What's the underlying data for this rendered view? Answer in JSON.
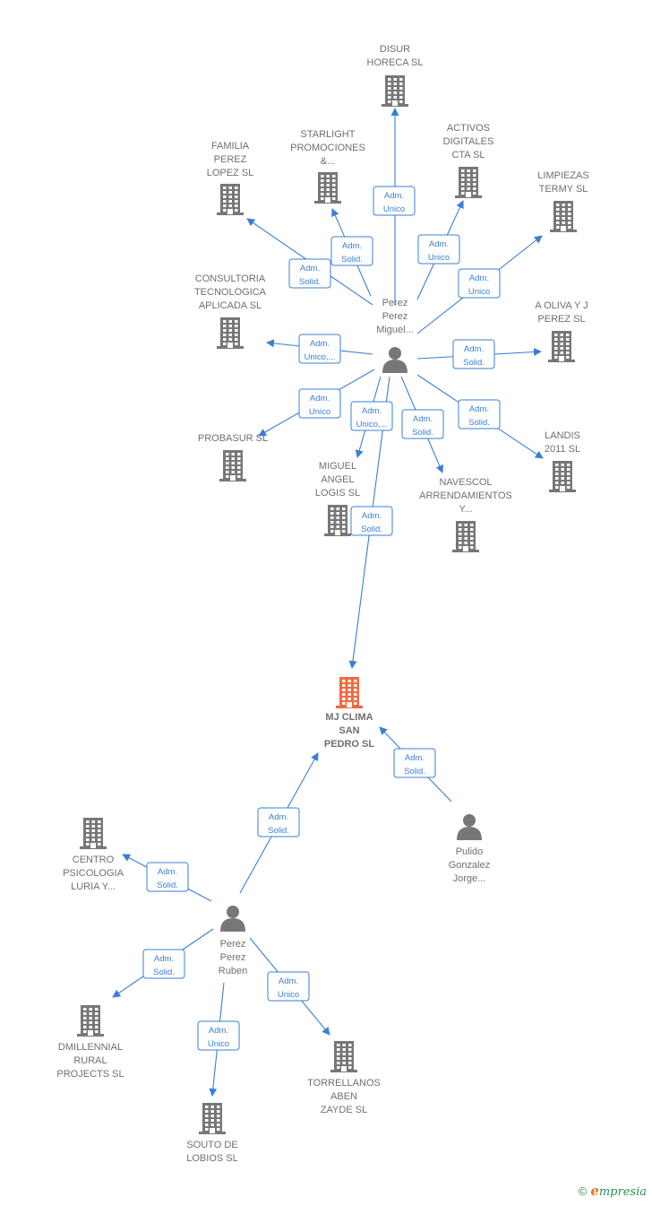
{
  "colors": {
    "edge": "#3a7fd5",
    "node": "#777777",
    "focus": "#f26a3d"
  },
  "nodes": [
    {
      "id": "disur",
      "kind": "company",
      "lines": [
        "DISUR",
        "HORECA  SL"
      ]
    },
    {
      "id": "starlight",
      "kind": "company",
      "lines": [
        "STARLIGHT",
        "PROMOCIONES",
        "&..."
      ]
    },
    {
      "id": "activos",
      "kind": "company",
      "lines": [
        "ACTIVOS",
        "DIGITALES",
        "CTA  SL"
      ]
    },
    {
      "id": "familia",
      "kind": "company",
      "lines": [
        "FAMILIA",
        "PEREZ",
        "LOPEZ  SL"
      ]
    },
    {
      "id": "limpiezas",
      "kind": "company",
      "lines": [
        "LIMPIEZAS",
        "TERMY  SL"
      ]
    },
    {
      "id": "consultoria",
      "kind": "company",
      "lines": [
        "CONSULTORIA",
        "TECNOLOGICA",
        "APLICADA  SL"
      ]
    },
    {
      "id": "aoliva",
      "kind": "company",
      "lines": [
        "A OLIVA Y J",
        "PEREZ SL"
      ]
    },
    {
      "id": "probasur",
      "kind": "company",
      "lines": [
        "PROBASUR SL"
      ]
    },
    {
      "id": "landis",
      "kind": "company",
      "lines": [
        "LANDIS",
        "2011 SL"
      ]
    },
    {
      "id": "miguelangel",
      "kind": "company",
      "lines": [
        "MIGUEL",
        "ANGEL",
        "LOGIS  SL"
      ]
    },
    {
      "id": "navescol",
      "kind": "company",
      "lines": [
        "NAVESCOL",
        "ARRENDAMIENTOS",
        "Y..."
      ]
    },
    {
      "id": "mjclima",
      "kind": "focus",
      "lines": [
        "MJ CLIMA",
        "SAN",
        "PEDRO  SL"
      ]
    },
    {
      "id": "centro",
      "kind": "company",
      "lines": [
        "CENTRO",
        "PSICOLOGIA",
        "LURIA Y..."
      ]
    },
    {
      "id": "dmillennial",
      "kind": "company",
      "lines": [
        "DMILLENNIAL",
        "RURAL",
        "PROJECTS  SL"
      ]
    },
    {
      "id": "souto",
      "kind": "company",
      "lines": [
        "SOUTO DE",
        "LOBIOS  SL"
      ]
    },
    {
      "id": "torrellanos",
      "kind": "company",
      "lines": [
        "TORRELLANOS",
        "ABEN",
        "ZAYDE  SL"
      ]
    },
    {
      "id": "miguel",
      "kind": "person",
      "lines": [
        "Perez",
        "Perez",
        "Miguel..."
      ]
    },
    {
      "id": "ruben",
      "kind": "person",
      "lines": [
        "Perez",
        "Perez",
        "Ruben"
      ]
    },
    {
      "id": "pulido",
      "kind": "person",
      "lines": [
        "Pulido",
        "Gonzalez",
        "Jorge..."
      ]
    }
  ],
  "edges": [
    {
      "from": "miguel",
      "to": "disur",
      "label": [
        "Adm.",
        "Unico"
      ]
    },
    {
      "from": "miguel",
      "to": "starlight",
      "label": [
        "Adm.",
        "Solid."
      ]
    },
    {
      "from": "miguel",
      "to": "activos",
      "label": [
        "Adm.",
        "Unico"
      ]
    },
    {
      "from": "miguel",
      "to": "familia",
      "label": [
        "Adm.",
        "Solid."
      ]
    },
    {
      "from": "miguel",
      "to": "limpiezas",
      "label": [
        "Adm.",
        "Unico"
      ]
    },
    {
      "from": "miguel",
      "to": "consultoria",
      "label": [
        "Adm.",
        "Unico,..."
      ]
    },
    {
      "from": "miguel",
      "to": "aoliva",
      "label": [
        "Adm.",
        "Solid."
      ]
    },
    {
      "from": "miguel",
      "to": "probasur",
      "label": [
        "Adm.",
        "Unico"
      ]
    },
    {
      "from": "miguel",
      "to": "miguelangel",
      "label": [
        "Adm.",
        "Unico,..."
      ]
    },
    {
      "from": "miguel",
      "to": "navescol",
      "label": [
        "Adm.",
        "Solid."
      ]
    },
    {
      "from": "miguel",
      "to": "landis",
      "label": [
        "Adm.",
        "Solid."
      ]
    },
    {
      "from": "miguel",
      "to": "mjclima",
      "label": [
        "Adm.",
        "Solid."
      ]
    },
    {
      "from": "pulido",
      "to": "mjclima",
      "label": [
        "Adm.",
        "Solid."
      ]
    },
    {
      "from": "ruben",
      "to": "mjclima",
      "label": [
        "Adm.",
        "Solid."
      ]
    },
    {
      "from": "ruben",
      "to": "centro",
      "label": [
        "Adm.",
        "Solid."
      ]
    },
    {
      "from": "ruben",
      "to": "dmillennial",
      "label": [
        "Adm.",
        "Solid."
      ]
    },
    {
      "from": "ruben",
      "to": "souto",
      "label": [
        "Adm.",
        "Unico"
      ]
    },
    {
      "from": "ruben",
      "to": "torrellanos",
      "label": [
        "Adm.",
        "Unico"
      ]
    }
  ],
  "footer": {
    "copyright": "©",
    "brand_first": "e",
    "brand_rest": "mpresia"
  }
}
